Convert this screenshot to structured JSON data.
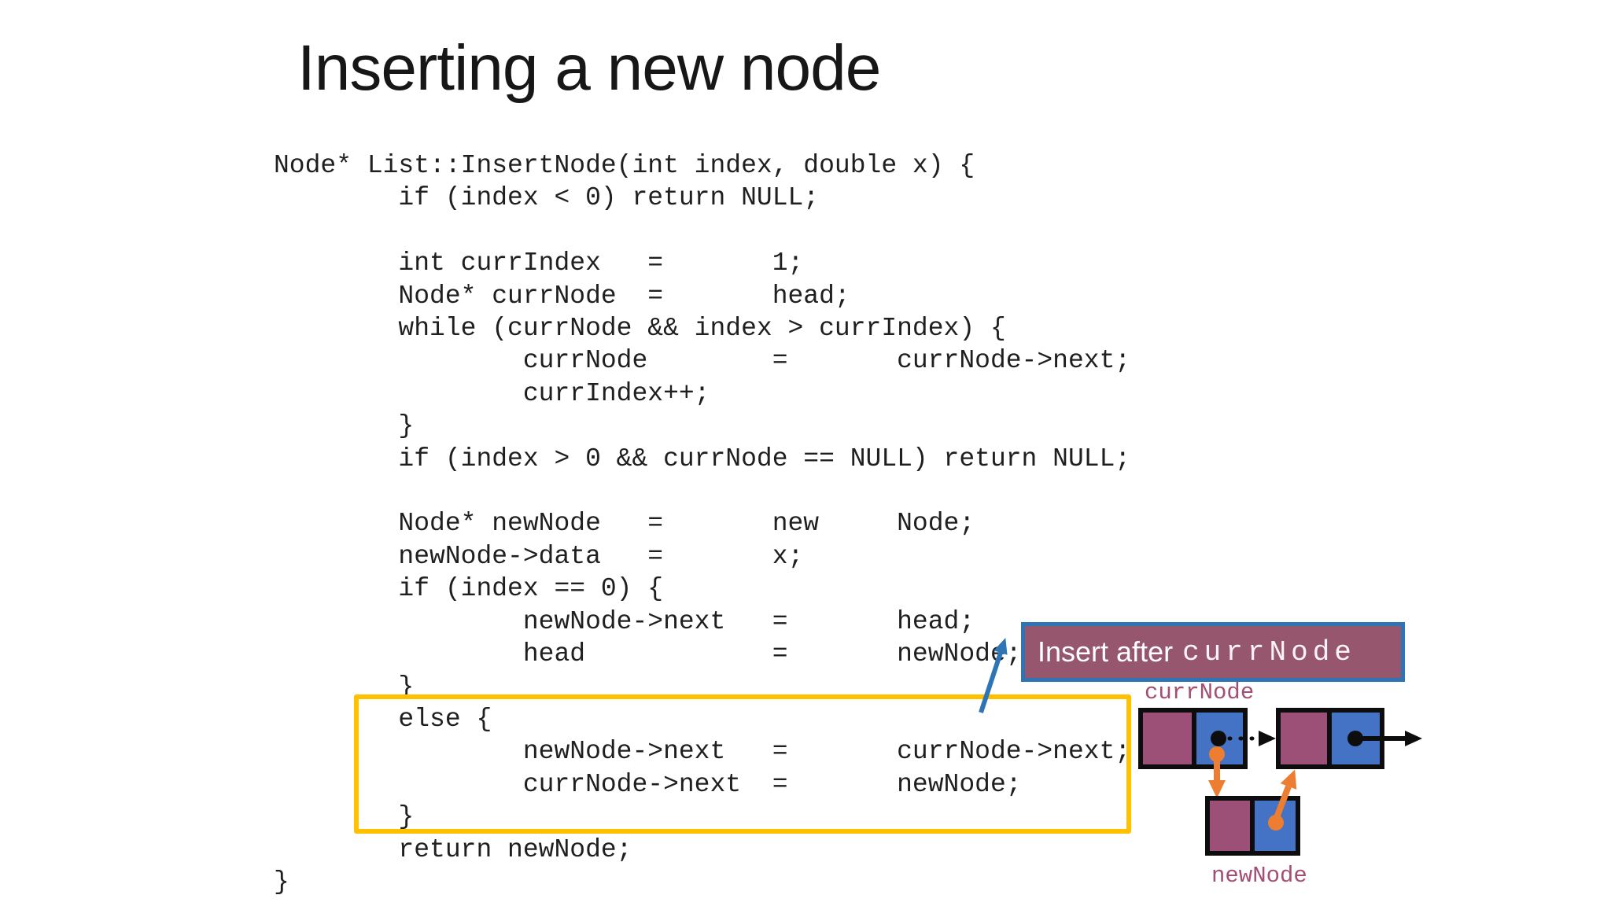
{
  "slide": {
    "title": "Inserting a new node"
  },
  "code": {
    "text": "Node* List::InsertNode(int index, double x) {\n        if (index < 0) return NULL;\n\n        int currIndex   =       1;\n        Node* currNode  =       head;\n        while (currNode && index > currIndex) {\n                currNode        =       currNode->next;\n                currIndex++;\n        }\n        if (index > 0 && currNode == NULL) return NULL;\n\n        Node* newNode   =       new     Node;\n        newNode->data   =       x;\n        if (index == 0) {\n                newNode->next   =       head;\n                head            =       newNode;\n        }\n        else {\n                newNode->next   =       currNode->next;\n                currNode->next  =       newNode;\n        }\n        return newNode;\n}"
  },
  "callout": {
    "prefix": "Insert after",
    "term": "currNode"
  },
  "diagram": {
    "curr_node_label": "currNode",
    "new_node_label": "newNode"
  },
  "colors": {
    "plum": "#9C4F77",
    "node_blue": "#4472C4",
    "callout_fill": "#96566D",
    "callout_border": "#2E75B6",
    "pointer_blue": "#2E75B6",
    "orange": "#ED7D31",
    "yellow": "#FFC000",
    "black_ink": "#0d0d0d",
    "label_plum": "#A34E72"
  }
}
